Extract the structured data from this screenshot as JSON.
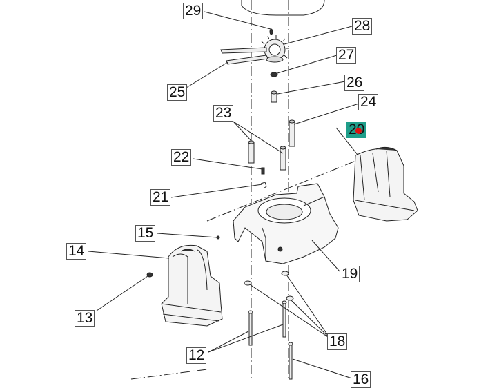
{
  "labels": {
    "l29": "29",
    "l28": "28",
    "l27": "27",
    "l26": "26",
    "l25": "25",
    "l24": "24",
    "l23": "23",
    "l20": "20",
    "l22": "22",
    "l21": "21",
    "l15": "15",
    "l14": "14",
    "l19": "19",
    "l13": "13",
    "l18": "18",
    "l12": "12",
    "l16": "16"
  },
  "colors": {
    "highlight": "#1f9e8a",
    "marker": "#e01010",
    "line": "#222222"
  }
}
